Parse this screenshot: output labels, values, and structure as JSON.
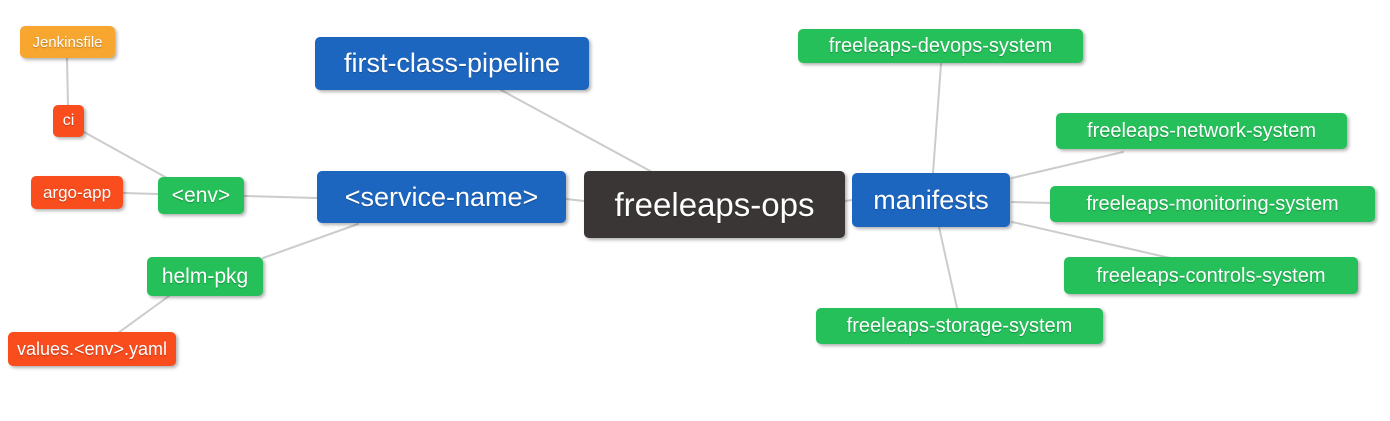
{
  "palette": {
    "orange": "#F7A62F",
    "red": "#F94D1E",
    "green": "#25C05A",
    "blue": "#1D66C0",
    "dark": "#3B3636",
    "edge_line": "#CCCCCC",
    "node_text": "#FFFFFF",
    "background": "#FFFFFF"
  },
  "nodes": [
    {
      "id": "jenkinsfile",
      "label": "Jenkinsfile",
      "color": "#F7A62F"
    },
    {
      "id": "ci",
      "label": "ci",
      "color": "#F94D1E"
    },
    {
      "id": "argo-app",
      "label": "argo-app",
      "color": "#F94D1E"
    },
    {
      "id": "env",
      "label": "<env>",
      "color": "#25C05A"
    },
    {
      "id": "helm-pkg",
      "label": "helm-pkg",
      "color": "#25C05A"
    },
    {
      "id": "values-env-yaml",
      "label": "values.<env>.yaml",
      "color": "#F94D1E"
    },
    {
      "id": "first-class-pipeline",
      "label": "first-class-pipeline",
      "color": "#1D66C0"
    },
    {
      "id": "service-name",
      "label": "<service-name>",
      "color": "#1D66C0"
    },
    {
      "id": "freeleaps-ops",
      "label": "freeleaps-ops",
      "color": "#3B3636"
    },
    {
      "id": "manifests",
      "label": "manifests",
      "color": "#1D66C0"
    },
    {
      "id": "freeleaps-devops-system",
      "label": "freeleaps-devops-system",
      "color": "#25C05A"
    },
    {
      "id": "freeleaps-network-system",
      "label": "freeleaps-network-system",
      "color": "#25C05A"
    },
    {
      "id": "freeleaps-monitoring-system",
      "label": "freeleaps-monitoring-system",
      "color": "#25C05A"
    },
    {
      "id": "freeleaps-controls-system",
      "label": "freeleaps-controls-system",
      "color": "#25C05A"
    },
    {
      "id": "freeleaps-storage-system",
      "label": "freeleaps-storage-system",
      "color": "#25C05A"
    }
  ],
  "edges": [
    {
      "from": "jenkinsfile",
      "to": "ci"
    },
    {
      "from": "ci",
      "to": "env"
    },
    {
      "from": "argo-app",
      "to": "env"
    },
    {
      "from": "env",
      "to": "service-name"
    },
    {
      "from": "values-env-yaml",
      "to": "helm-pkg"
    },
    {
      "from": "helm-pkg",
      "to": "service-name"
    },
    {
      "from": "first-class-pipeline",
      "to": "freeleaps-ops"
    },
    {
      "from": "service-name",
      "to": "freeleaps-ops"
    },
    {
      "from": "freeleaps-ops",
      "to": "manifests"
    },
    {
      "from": "manifests",
      "to": "freeleaps-devops-system"
    },
    {
      "from": "manifests",
      "to": "freeleaps-network-system"
    },
    {
      "from": "manifests",
      "to": "freeleaps-monitoring-system"
    },
    {
      "from": "manifests",
      "to": "freeleaps-controls-system"
    },
    {
      "from": "manifests",
      "to": "freeleaps-storage-system"
    }
  ]
}
